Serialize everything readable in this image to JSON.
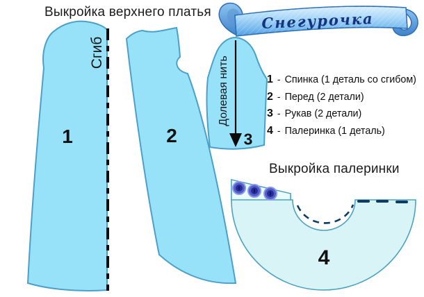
{
  "titles": {
    "dress_pattern": "Выкройка верхнего платья",
    "pelerine_pattern": "Выкройка палеринки"
  },
  "banner": {
    "text": "Снегурочка"
  },
  "annotations": {
    "fold": "Сгиб",
    "grain_line": "Долевая нить"
  },
  "piece_numbers": {
    "back": "1",
    "front": "2",
    "sleeve": "3",
    "pelerine": "4"
  },
  "legend": {
    "separator": "-",
    "items": [
      {
        "num": "1",
        "desc": "Спинка (1 деталь со сгибом)"
      },
      {
        "num": "2",
        "desc": "Перед (2 детали)"
      },
      {
        "num": "3",
        "desc": "Рукав (2 детали)"
      },
      {
        "num": "4",
        "desc": "Палеринка (1 деталь)"
      }
    ]
  },
  "colors": {
    "piece_fill": "#97e2f9",
    "piece_outline": "#4aa0c8",
    "pelerine_fill": "#d9f4f6",
    "tab_fill": "#eafcfd",
    "navy_marks": "#0c3c63",
    "button_blue": "#2e35a8",
    "ribbon_blue": "#569fe2",
    "banner_text_color": "#16337f",
    "fold_line": "#0a0a0a"
  }
}
